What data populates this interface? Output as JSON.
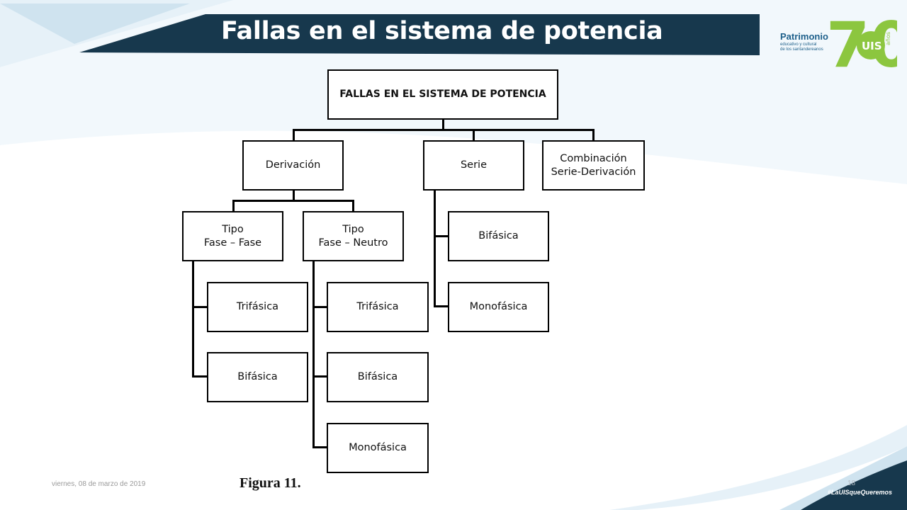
{
  "slide": {
    "title": "Fallas en el sistema de potencia",
    "date": "viernes, 08 de marzo de 2019",
    "page_number": "18",
    "caption": "Figura 11.",
    "hashtag": "#LaUISqueQueremos"
  },
  "logo": {
    "word": "Patrimonio",
    "sub_line_1": "educativo y cultural",
    "sub_line_2": "de los santandereanos",
    "number": "70",
    "badge": "UIS",
    "years": "años"
  },
  "diagram": {
    "root": "FALLAS EN EL SISTEMA DE POTENCIA",
    "derivacion": {
      "label": "Derivación",
      "fase_fase": {
        "line1": "Tipo",
        "line2": "Fase – Fase",
        "children": [
          "Trifásica",
          "Bifásica"
        ]
      },
      "fase_neutro": {
        "line1": "Tipo",
        "line2": "Fase – Neutro",
        "children": [
          "Trifásica",
          "Bifásica",
          "Monofásica"
        ]
      }
    },
    "serie": {
      "label": "Serie",
      "children": [
        "Bifásica",
        "Monofásica"
      ]
    },
    "combinacion": {
      "line1": "Combinación",
      "line2": "Serie-Derivación"
    }
  },
  "colors": {
    "title_band": "#17384d",
    "accent_blue": "#1d5f8a",
    "logo_green": "#8cc63f",
    "bg_wave": "#e6f1f8"
  }
}
